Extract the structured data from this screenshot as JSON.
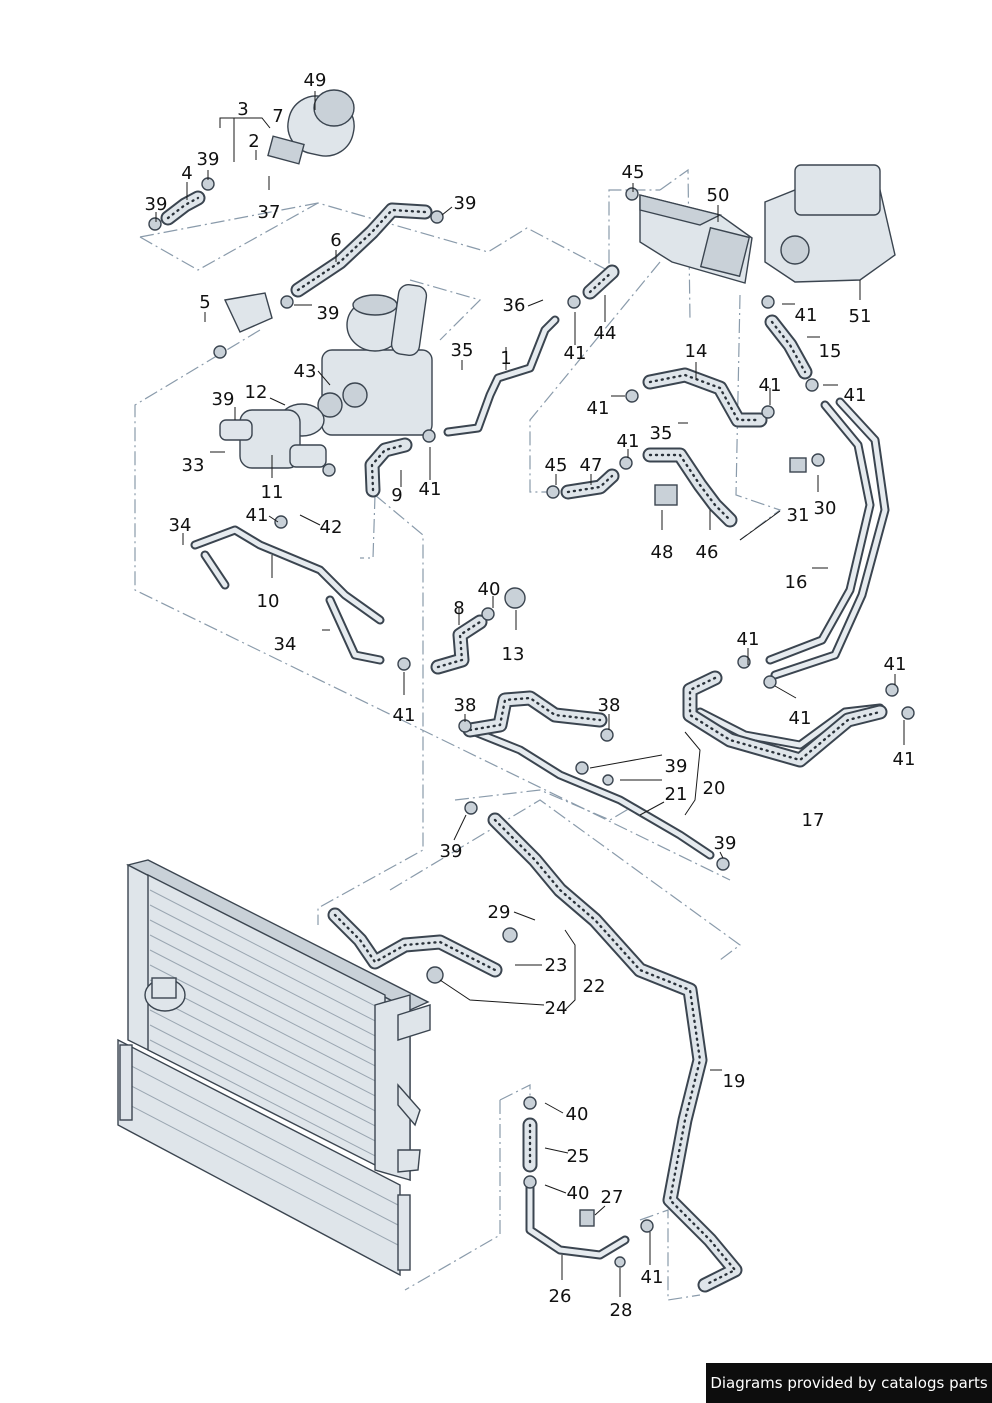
{
  "footer": {
    "text": "Diagrams provided by catalogs parts"
  },
  "callouts": [
    {
      "label": "49"
    },
    {
      "label": "3"
    },
    {
      "label": "7"
    },
    {
      "label": "2"
    },
    {
      "label": "39"
    },
    {
      "label": "4"
    },
    {
      "label": "39"
    },
    {
      "label": "37"
    },
    {
      "label": "6"
    },
    {
      "label": "39"
    },
    {
      "label": "5"
    },
    {
      "label": "39"
    },
    {
      "label": "45"
    },
    {
      "label": "50"
    },
    {
      "label": "51"
    },
    {
      "label": "36"
    },
    {
      "label": "44"
    },
    {
      "label": "41"
    },
    {
      "label": "41"
    },
    {
      "label": "15"
    },
    {
      "label": "35"
    },
    {
      "label": "1"
    },
    {
      "label": "43"
    },
    {
      "label": "14"
    },
    {
      "label": "41"
    },
    {
      "label": "41"
    },
    {
      "label": "12"
    },
    {
      "label": "39"
    },
    {
      "label": "41"
    },
    {
      "label": "35"
    },
    {
      "label": "33"
    },
    {
      "label": "9"
    },
    {
      "label": "41"
    },
    {
      "label": "45"
    },
    {
      "label": "47"
    },
    {
      "label": "41"
    },
    {
      "label": "30"
    },
    {
      "label": "11"
    },
    {
      "label": "31"
    },
    {
      "label": "34"
    },
    {
      "label": "41"
    },
    {
      "label": "42"
    },
    {
      "label": "48"
    },
    {
      "label": "46"
    },
    {
      "label": "10"
    },
    {
      "label": "16"
    },
    {
      "label": "40"
    },
    {
      "label": "8"
    },
    {
      "label": "34"
    },
    {
      "label": "13"
    },
    {
      "label": "41"
    },
    {
      "label": "41"
    },
    {
      "label": "41"
    },
    {
      "label": "41"
    },
    {
      "label": "38"
    },
    {
      "label": "38"
    },
    {
      "label": "41"
    },
    {
      "label": "39"
    },
    {
      "label": "20"
    },
    {
      "label": "21"
    },
    {
      "label": "17"
    },
    {
      "label": "39"
    },
    {
      "label": "39"
    },
    {
      "label": "29"
    },
    {
      "label": "23"
    },
    {
      "label": "22"
    },
    {
      "label": "24"
    },
    {
      "label": "19"
    },
    {
      "label": "40"
    },
    {
      "label": "25"
    },
    {
      "label": "40"
    },
    {
      "label": "27"
    },
    {
      "label": "41"
    },
    {
      "label": "26"
    },
    {
      "label": "28"
    }
  ]
}
